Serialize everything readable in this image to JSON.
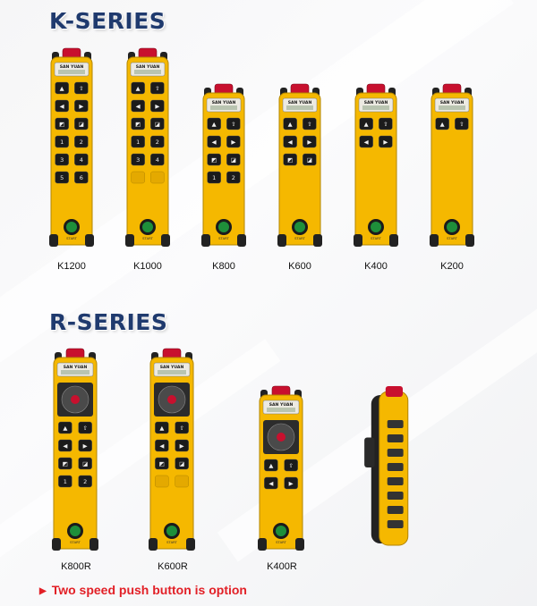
{
  "k_series": {
    "title": "K-SERIES",
    "models": [
      {
        "name": "K1200"
      },
      {
        "name": "K1000"
      },
      {
        "name": "K800"
      },
      {
        "name": "K600"
      },
      {
        "name": "K400"
      },
      {
        "name": "K200"
      }
    ]
  },
  "r_series": {
    "title": "R-SERIES",
    "models": [
      {
        "name": "K800R"
      },
      {
        "name": "K600R"
      },
      {
        "name": "K400R"
      }
    ]
  },
  "brand": "SAN YUAN",
  "start_label": "START",
  "note": "Two speed push button is option",
  "colors": {
    "title": "#1f3a6e",
    "body_yellow": "#f5b800",
    "note_red": "#e21f26"
  }
}
